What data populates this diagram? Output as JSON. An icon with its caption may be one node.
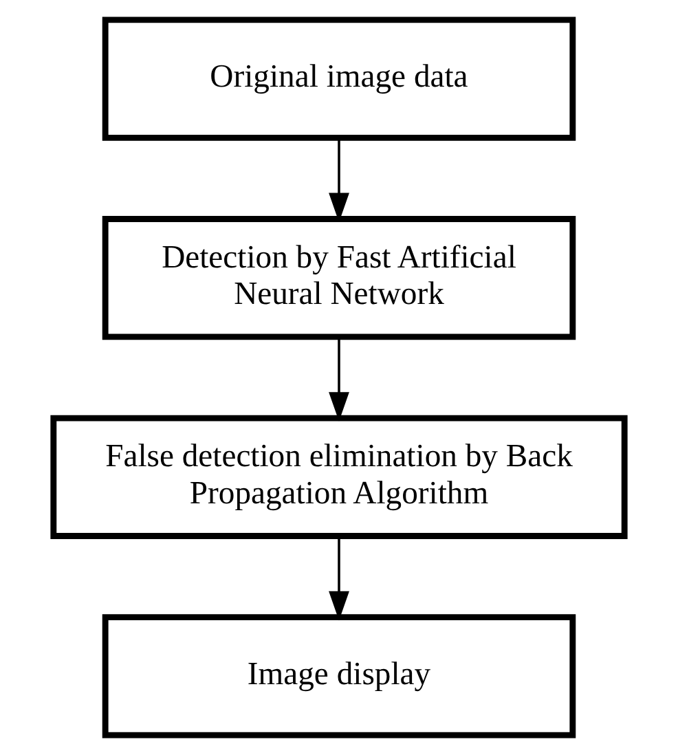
{
  "diagram": {
    "nodes": [
      {
        "text": [
          "Original image data"
        ]
      },
      {
        "text": [
          "Detection by Fast Artificial Neural Network"
        ]
      },
      {
        "text": [
          "False detection elimination by Back Propagation Algorithm"
        ]
      },
      {
        "text": [
          "Image display"
        ]
      }
    ],
    "edges": [
      {
        "from": 0,
        "to": 1,
        "arrow": "to"
      },
      {
        "from": 1,
        "to": 2,
        "arrow": "to"
      },
      {
        "from": 2,
        "to": 3,
        "arrow": "to"
      }
    ]
  }
}
